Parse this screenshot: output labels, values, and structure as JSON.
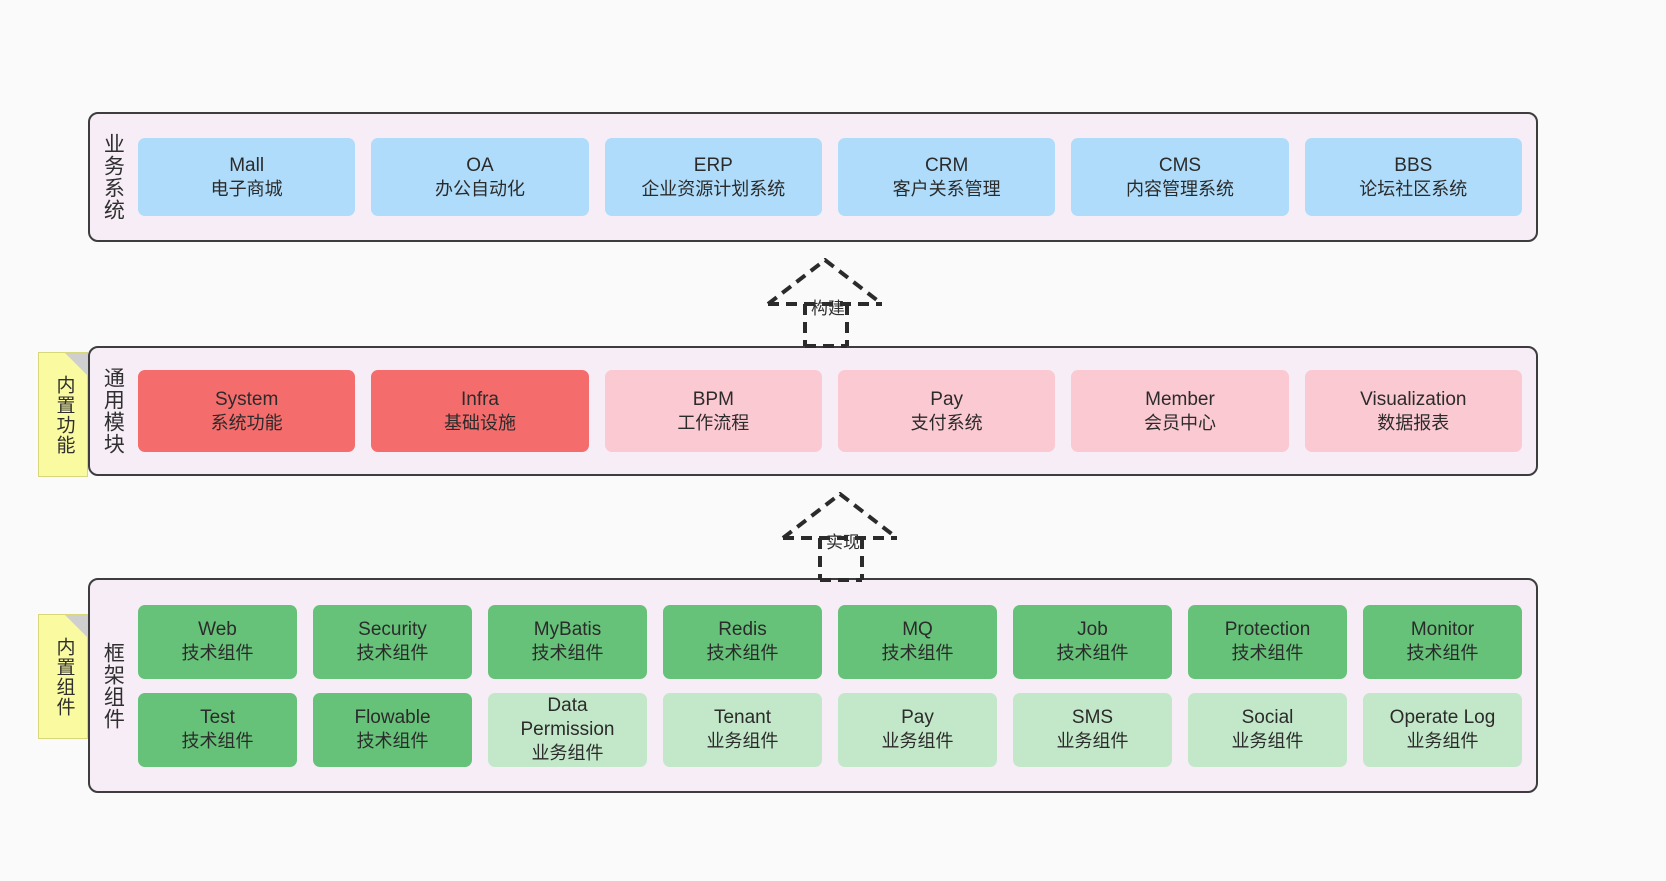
{
  "diagram": {
    "background_color": "#FAFAFA",
    "panel_color": "#F7EDF6",
    "panel_border_color": "#3D3D3D"
  },
  "tags": [
    {
      "label": "内置功能",
      "color": "#FAFAA0"
    },
    {
      "label": "内置组件",
      "color": "#FAFAA0"
    }
  ],
  "layers": [
    {
      "id": "business-system",
      "title": "业务系统",
      "accent": "#AEDCFA",
      "rows": [
        {
          "cards": [
            {
              "title": "Mall",
              "sub": "电子商城",
              "style": "blue"
            },
            {
              "title": "OA",
              "sub": "办公自动化",
              "style": "blue"
            },
            {
              "title": "ERP",
              "sub": "企业资源计划系统",
              "style": "blue"
            },
            {
              "title": "CRM",
              "sub": "客户关系管理",
              "style": "blue"
            },
            {
              "title": "CMS",
              "sub": "内容管理系统",
              "style": "blue"
            },
            {
              "title": "BBS",
              "sub": "论坛社区系统",
              "style": "blue"
            }
          ]
        }
      ]
    },
    {
      "id": "common-module",
      "title": "通用模块",
      "accent": "#F56C6C",
      "rows": [
        {
          "cards": [
            {
              "title": "System",
              "sub": "系统功能",
              "style": "red"
            },
            {
              "title": "Infra",
              "sub": "基础设施",
              "style": "red"
            },
            {
              "title": "BPM",
              "sub": "工作流程",
              "style": "pink"
            },
            {
              "title": "Pay",
              "sub": "支付系统",
              "style": "pink"
            },
            {
              "title": "Member",
              "sub": "会员中心",
              "style": "pink"
            },
            {
              "title": "Visualization",
              "sub": "数据报表",
              "style": "pink"
            }
          ]
        }
      ]
    },
    {
      "id": "framework-component",
      "title": "框架组件",
      "accent": "#67C279",
      "rows": [
        {
          "cards": [
            {
              "title": "Web",
              "sub": "技术组件",
              "style": "green"
            },
            {
              "title": "Security",
              "sub": "技术组件",
              "style": "green"
            },
            {
              "title": "MyBatis",
              "sub": "技术组件",
              "style": "green"
            },
            {
              "title": "Redis",
              "sub": "技术组件",
              "style": "green"
            },
            {
              "title": "MQ",
              "sub": "技术组件",
              "style": "green"
            },
            {
              "title": "Job",
              "sub": "技术组件",
              "style": "green"
            },
            {
              "title": "Protection",
              "sub": "技术组件",
              "style": "green"
            },
            {
              "title": "Monitor",
              "sub": "技术组件",
              "style": "green"
            }
          ]
        },
        {
          "cards": [
            {
              "title": "Test",
              "sub": "技术组件",
              "style": "green"
            },
            {
              "title": "Flowable",
              "sub": "技术组件",
              "style": "green"
            },
            {
              "title": "Data Permission",
              "sub": "业务组件",
              "style": "lightgreen"
            },
            {
              "title": "Tenant",
              "sub": "业务组件",
              "style": "lightgreen"
            },
            {
              "title": "Pay",
              "sub": "业务组件",
              "style": "lightgreen"
            },
            {
              "title": "SMS",
              "sub": "业务组件",
              "style": "lightgreen"
            },
            {
              "title": "Social",
              "sub": "业务组件",
              "style": "lightgreen"
            },
            {
              "title": "Operate Log",
              "sub": "业务组件",
              "style": "lightgreen"
            }
          ]
        }
      ]
    }
  ],
  "connectors": [
    {
      "id": "build",
      "label": "构建",
      "style": "dashed-hollow-triangle"
    },
    {
      "id": "implement",
      "label": "实现",
      "style": "dashed-hollow-triangle"
    }
  ]
}
